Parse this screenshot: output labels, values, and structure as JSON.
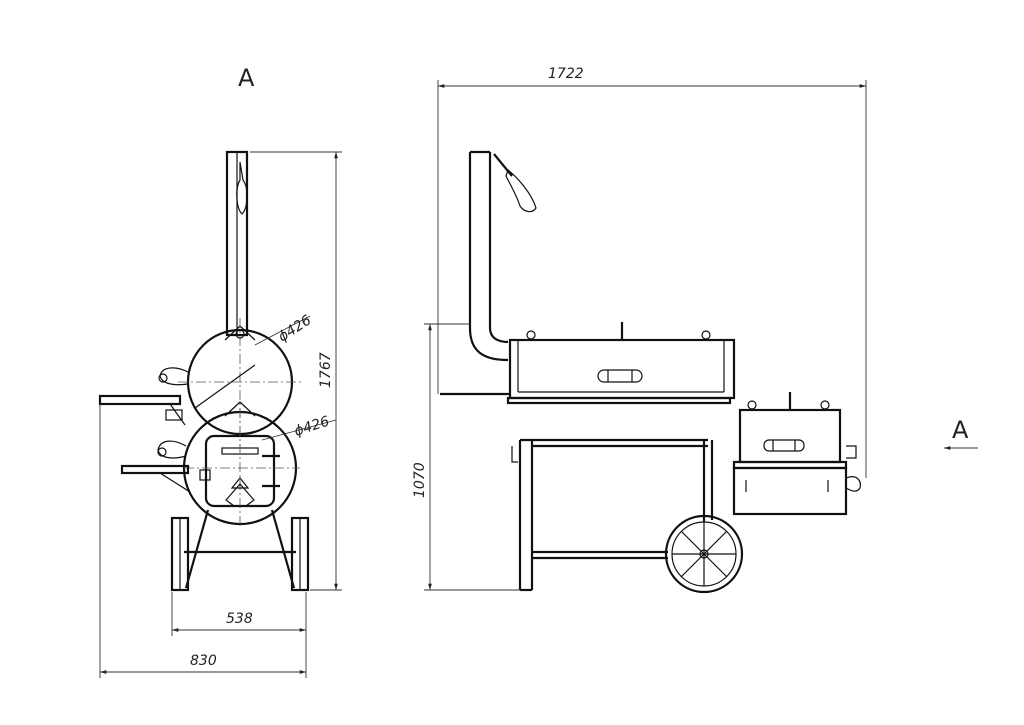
{
  "section_marks": {
    "left": "A",
    "right": "A"
  },
  "dimensions": {
    "overall_length": "1722",
    "overall_height": "1767",
    "table_height": "1070",
    "wheel_track": "538",
    "overall_width": "830",
    "diameter_upper": "ϕ426",
    "diameter_lower": "ϕ426"
  }
}
